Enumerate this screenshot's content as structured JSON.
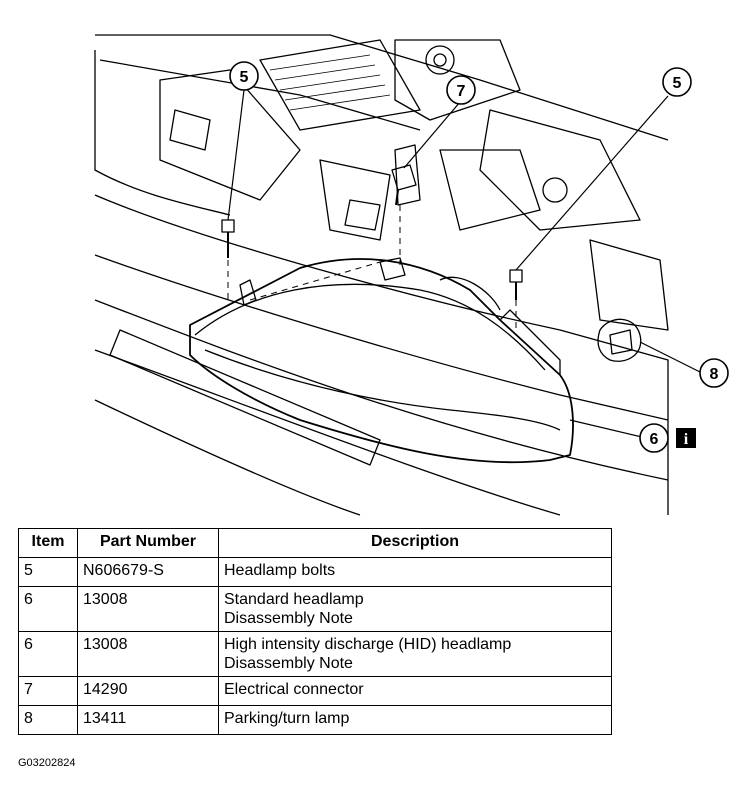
{
  "callouts": [
    {
      "label": "5"
    },
    {
      "label": "7"
    },
    {
      "label": "5"
    },
    {
      "label": "8"
    },
    {
      "label": "6"
    }
  ],
  "info_badge": {
    "icon": "info-icon",
    "label": "i"
  },
  "table": {
    "headers": [
      "Item",
      "Part Number",
      "Description"
    ],
    "rows": [
      {
        "item": "5",
        "part": "N606679-S",
        "desc": [
          "Headlamp bolts"
        ]
      },
      {
        "item": "6",
        "part": "13008",
        "desc": [
          "Standard headlamp",
          "Disassembly Note"
        ]
      },
      {
        "item": "6",
        "part": "13008",
        "desc": [
          "High intensity discharge (HID) headlamp",
          "Disassembly Note"
        ]
      },
      {
        "item": "7",
        "part": "14290",
        "desc": [
          "Electrical connector"
        ]
      },
      {
        "item": "8",
        "part": "13411",
        "desc": [
          "Parking/turn lamp"
        ]
      }
    ]
  },
  "figure_id": "G03202824"
}
